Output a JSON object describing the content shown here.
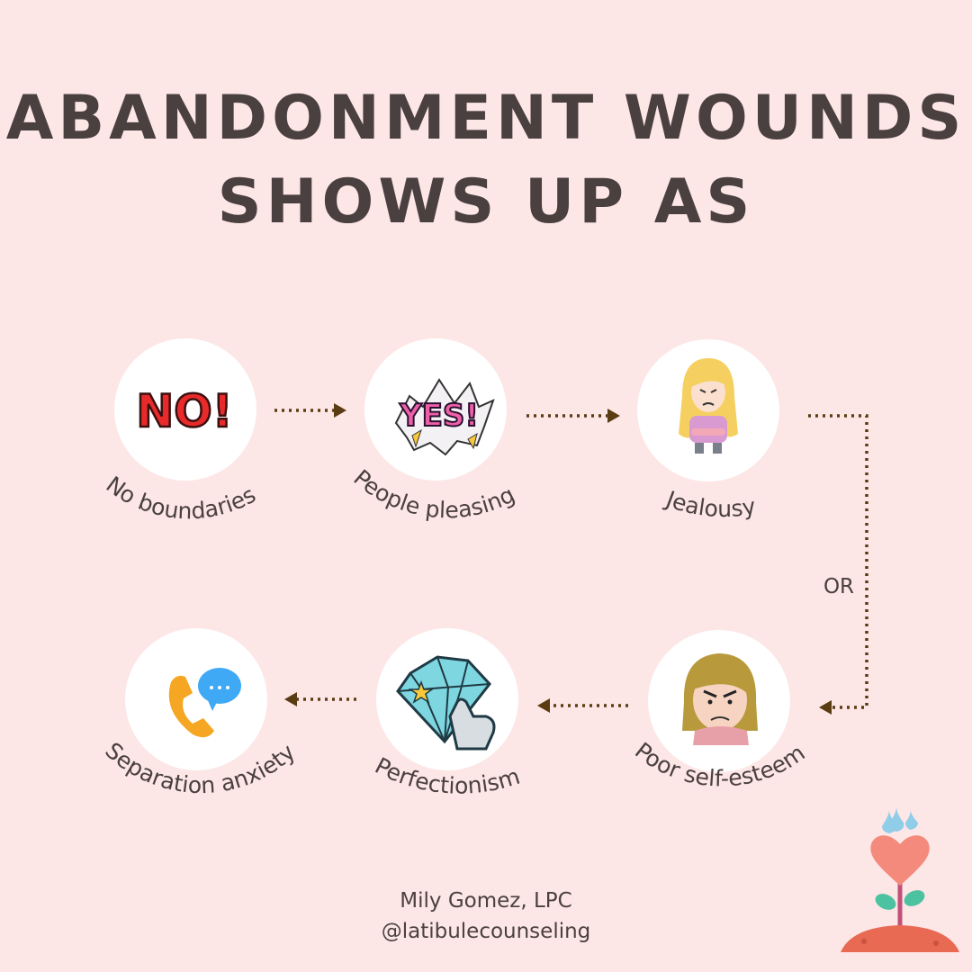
{
  "title": {
    "line1": "ABANDONMENT WOUNDS",
    "line2": "SHOWS UP AS"
  },
  "nodes": [
    {
      "id": "no-boundaries",
      "label": "No boundaries",
      "icon": "no-sticker-icon"
    },
    {
      "id": "people-pleasing",
      "label": "People pleasing",
      "icon": "yes-sticker-icon"
    },
    {
      "id": "jealousy",
      "label": "Jealousy",
      "icon": "jealous-girl-icon"
    },
    {
      "id": "poor-self-esteem",
      "label": "Poor self-esteem",
      "icon": "frowning-woman-icon"
    },
    {
      "id": "perfectionism",
      "label": "Perfectionism",
      "icon": "diamond-pointer-icon"
    },
    {
      "id": "separation-anxiety",
      "label": "Separation anxiety",
      "icon": "phone-chat-icon"
    }
  ],
  "icons": {
    "no": "NO!",
    "yes": "YES!"
  },
  "connector": {
    "or_label": "OR"
  },
  "footer": {
    "author": "Mily Gomez, LPC",
    "handle": "@latibulecounseling"
  },
  "colors": {
    "background": "#fde6e6",
    "text": "#4a4040",
    "arrow": "#5a3c12",
    "circle": "#ffffff"
  }
}
